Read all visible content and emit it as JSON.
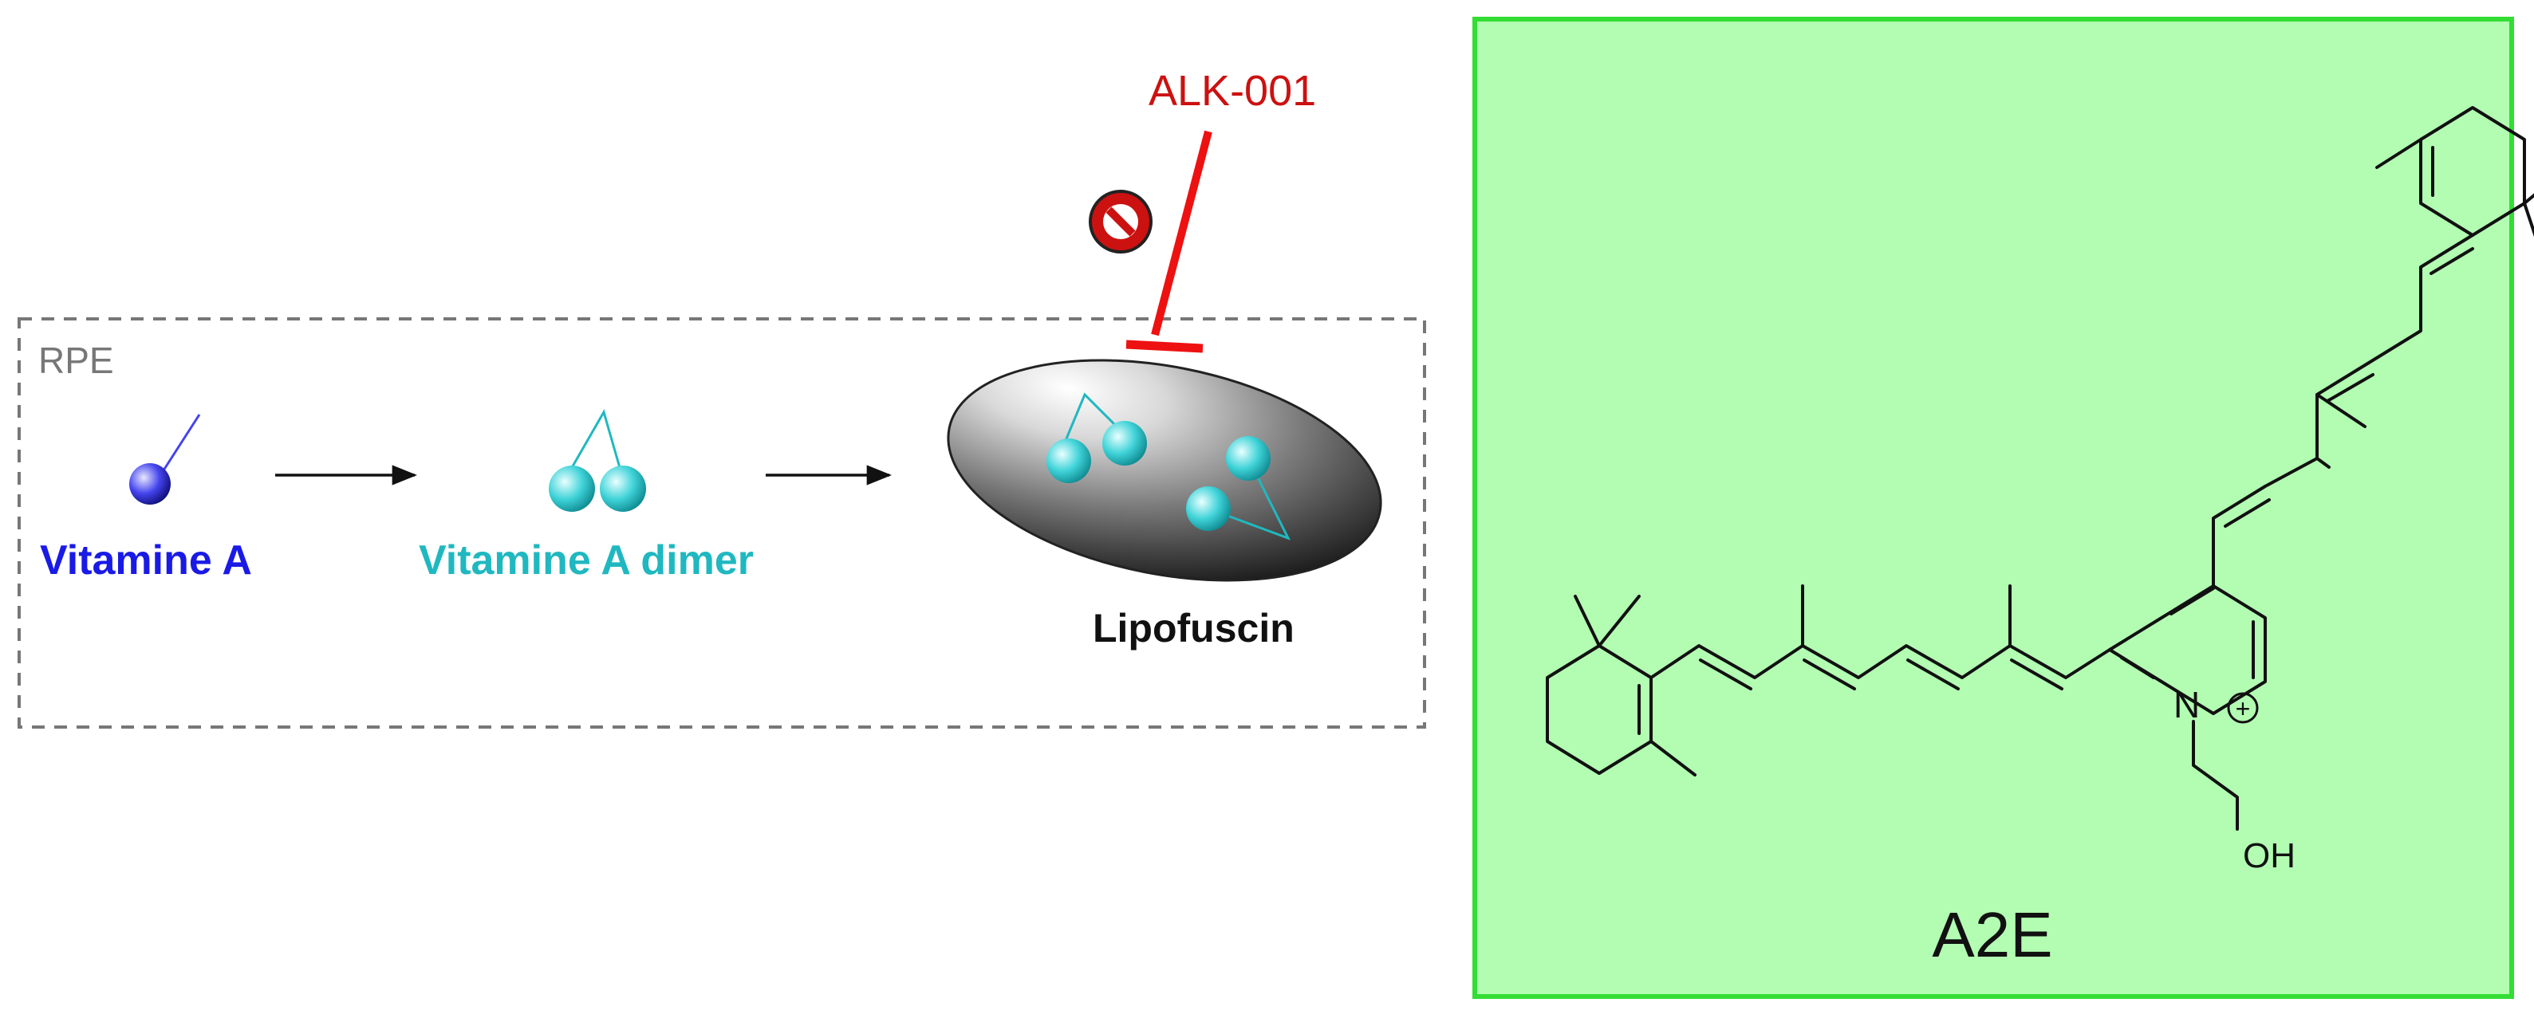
{
  "inhibitor": {
    "label": "ALK-001",
    "color": "#cc1111",
    "icon": "prohibition-icon"
  },
  "compartment": {
    "label": "RPE"
  },
  "pathway": {
    "vitamin_a": {
      "label": "Vitamine A",
      "color": "#1a1ae6"
    },
    "dimer": {
      "label": "Vitamine A dimer",
      "color": "#20b8c0"
    },
    "lipofuscin": {
      "label": "Lipofuscin",
      "color": "#111111"
    }
  },
  "structure_panel": {
    "background": "#b3fdb3",
    "border": "#33dd33",
    "title": "A2E",
    "atoms": {
      "nitrogen": "N",
      "charge": "+",
      "hydroxyl": "OH"
    }
  }
}
